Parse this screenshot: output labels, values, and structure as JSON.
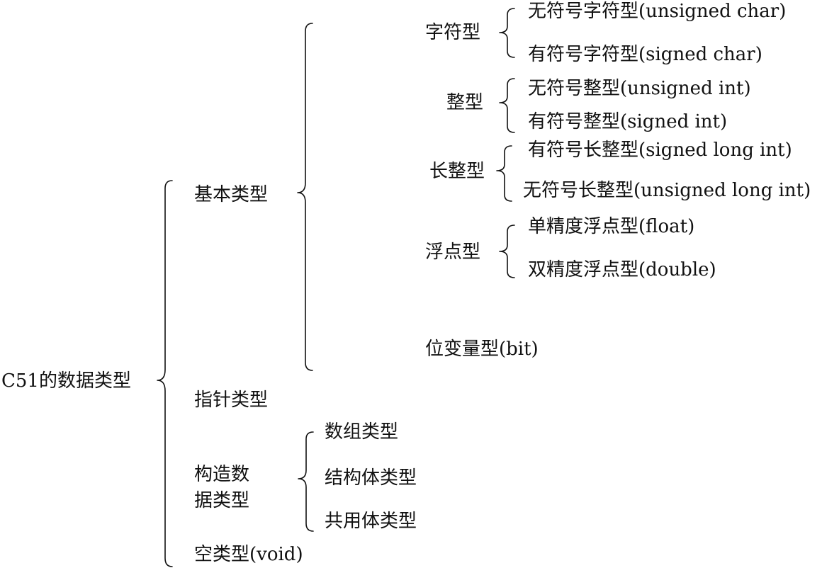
{
  "root": {
    "label": "C51的数据类型"
  },
  "level1": {
    "basic": "基本类型",
    "pointer": "指针类型",
    "constructed_line1": "构造数",
    "constructed_line2": "据类型",
    "void": "空类型(void)"
  },
  "basic_types": {
    "char": {
      "label": "字符型",
      "items": [
        "无符号字符型(unsigned char)",
        "有符号字符型(signed char)"
      ]
    },
    "int": {
      "label": "整型",
      "items": [
        "无符号整型(unsigned int)",
        "有符号整型(signed int)"
      ]
    },
    "long": {
      "label": "长整型",
      "items": [
        "有符号长整型(signed long int)",
        "无符号长整型(unsigned long int)"
      ]
    },
    "float": {
      "label": "浮点型",
      "items": [
        "单精度浮点型(float)",
        "双精度浮点型(double)"
      ]
    },
    "bit": {
      "label": "位变量型(bit)"
    }
  },
  "constructed_types": {
    "items": [
      "数组类型",
      "结构体类型",
      "共用体类型"
    ]
  }
}
